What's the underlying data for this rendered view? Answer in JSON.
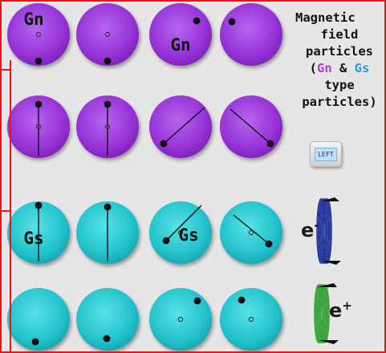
{
  "caption": {
    "line1": "Magnetic",
    "line2": "field",
    "line3": "particles",
    "line4_open": "(",
    "line4_gn": "Gn",
    "line4_amp": " & ",
    "line4_gs": "Gs",
    "line5": "type",
    "line6": "particles)"
  },
  "button": {
    "label": "LEFT"
  },
  "labels": {
    "gn": "Gn",
    "gs": "Gs",
    "electron": "e",
    "electron_sup": "-",
    "positron": "e",
    "positron_sup": "+"
  },
  "colors": {
    "gn_particle": "#9b30d8",
    "gs_particle": "#22c4cc",
    "frame_border": "#e8141b",
    "electron_coil": "#25379a",
    "positron_coil": "#3aa23a",
    "caption_gn": "#b040c8",
    "caption_gs": "#2a9ad8"
  },
  "rows": [
    {
      "type": "Gn",
      "particles": [
        "labeled-Gn-dot-bottom",
        "dot-bottom",
        "labeled-Gn-dot-top-right",
        "dot-top-left"
      ]
    },
    {
      "type": "Gn",
      "particles": [
        "vertical-line",
        "vertical-line",
        "diagonal-line",
        "diagonal-line"
      ]
    },
    {
      "type": "Gs",
      "particles": [
        "labeled-Gs-vertical-line",
        "vertical-line",
        "labeled-Gs-diagonal-line",
        "diagonal-line"
      ]
    },
    {
      "type": "Gs",
      "particles": [
        "dot-bottom",
        "dot-bottom",
        "dot-top-right",
        "dot-top-left"
      ]
    }
  ]
}
